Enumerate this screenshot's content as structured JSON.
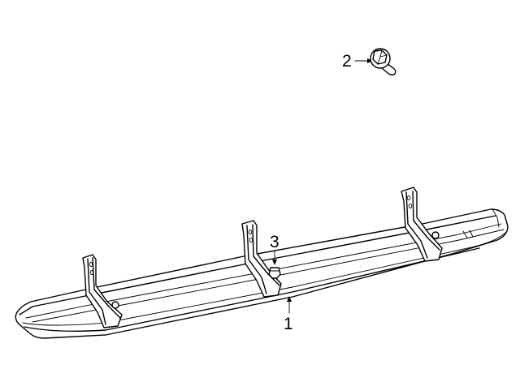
{
  "callouts": {
    "running_board": "1",
    "bolt": "2",
    "nut": "3"
  },
  "colors": {
    "line": "#000000",
    "background": "#ffffff"
  }
}
